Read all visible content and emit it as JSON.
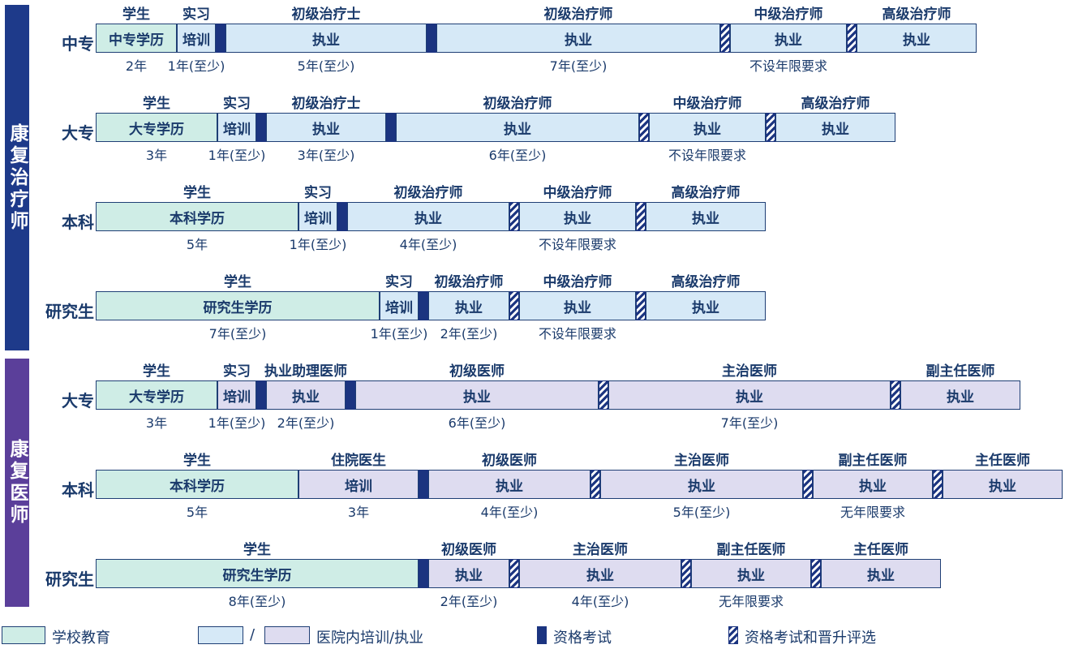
{
  "groups": {
    "therapist": "康复治疗师",
    "physician": "康复医师"
  },
  "rows": [
    {
      "label": "中专",
      "segments": [
        {
          "type": "school",
          "label": "中专学历",
          "top": "学生",
          "dur": "2年"
        },
        {
          "type": "train",
          "label": "培训",
          "top": "实习",
          "dur": "1年(至少)"
        },
        {
          "exam": "solid"
        },
        {
          "type": "train",
          "label": "执业",
          "top": "初级治疗士",
          "dur": "5年(至少)"
        },
        {
          "exam": "solid"
        },
        {
          "type": "train",
          "label": "执业",
          "top": "初级治疗师",
          "dur": "7年(至少)"
        },
        {
          "exam": "hatch"
        },
        {
          "type": "train",
          "label": "执业",
          "top": "中级治疗师",
          "dur": "不设年限要求"
        },
        {
          "exam": "hatch"
        },
        {
          "type": "train",
          "label": "执业",
          "top": "高级治疗师",
          "dur": ""
        }
      ]
    },
    {
      "label": "大专",
      "segments": [
        {
          "type": "school",
          "label": "大专学历",
          "top": "学生",
          "dur": "3年"
        },
        {
          "type": "train",
          "label": "培训",
          "top": "实习",
          "dur": "1年(至少)"
        },
        {
          "exam": "solid"
        },
        {
          "type": "train",
          "label": "执业",
          "top": "初级治疗士",
          "dur": "3年(至少)"
        },
        {
          "exam": "solid"
        },
        {
          "type": "train",
          "label": "执业",
          "top": "初级治疗师",
          "dur": "6年(至少)"
        },
        {
          "exam": "hatch"
        },
        {
          "type": "train",
          "label": "执业",
          "top": "中级治疗师",
          "dur": "不设年限要求"
        },
        {
          "exam": "hatch"
        },
        {
          "type": "train",
          "label": "执业",
          "top": "高级治疗师",
          "dur": ""
        }
      ]
    },
    {
      "label": "本科",
      "segments": [
        {
          "type": "school",
          "label": "本科学历",
          "top": "学生",
          "dur": "5年"
        },
        {
          "type": "train",
          "label": "培训",
          "top": "实习",
          "dur": "1年(至少)"
        },
        {
          "exam": "solid"
        },
        {
          "type": "train",
          "label": "执业",
          "top": "初级治疗师",
          "dur": "4年(至少)"
        },
        {
          "exam": "hatch"
        },
        {
          "type": "train",
          "label": "执业",
          "top": "中级治疗师",
          "dur": "不设年限要求"
        },
        {
          "exam": "hatch"
        },
        {
          "type": "train",
          "label": "执业",
          "top": "高级治疗师",
          "dur": ""
        }
      ]
    },
    {
      "label": "研究生",
      "segments": [
        {
          "type": "school",
          "label": "研究生学历",
          "top": "学生",
          "dur": "7年(至少)"
        },
        {
          "type": "train",
          "label": "培训",
          "top": "实习",
          "dur": "1年(至少)"
        },
        {
          "exam": "solid"
        },
        {
          "type": "train",
          "label": "执业",
          "top": "初级治疗师",
          "dur": "2年(至少)"
        },
        {
          "exam": "hatch"
        },
        {
          "type": "train",
          "label": "执业",
          "top": "中级治疗师",
          "dur": "不设年限要求"
        },
        {
          "exam": "hatch"
        },
        {
          "type": "train",
          "label": "执业",
          "top": "高级治疗师",
          "dur": ""
        }
      ]
    },
    {
      "label": "大专",
      "segments": [
        {
          "type": "school",
          "label": "大专学历",
          "top": "学生",
          "dur": "3年"
        },
        {
          "type": "trainp",
          "label": "培训",
          "top": "实习",
          "dur": "1年(至少)"
        },
        {
          "exam": "solid"
        },
        {
          "type": "trainp",
          "label": "执业",
          "top": "执业助理医师",
          "dur": "2年(至少)"
        },
        {
          "exam": "solid"
        },
        {
          "type": "trainp",
          "label": "执业",
          "top": "初级医师",
          "dur": "6年(至少)"
        },
        {
          "exam": "hatch"
        },
        {
          "type": "trainp",
          "label": "执业",
          "top": "主治医师",
          "dur": "7年(至少)"
        },
        {
          "exam": "hatch"
        },
        {
          "type": "trainp",
          "label": "执业",
          "top": "副主任医师",
          "dur": ""
        }
      ]
    },
    {
      "label": "本科",
      "segments": [
        {
          "type": "school",
          "label": "本科学历",
          "top": "学生",
          "dur": "5年"
        },
        {
          "type": "trainp",
          "label": "培训",
          "top": "住院医生",
          "dur": "3年"
        },
        {
          "exam": "solid"
        },
        {
          "type": "trainp",
          "label": "执业",
          "top": "初级医师",
          "dur": "4年(至少)"
        },
        {
          "exam": "hatch"
        },
        {
          "type": "trainp",
          "label": "执业",
          "top": "主治医师",
          "dur": "5年(至少)"
        },
        {
          "exam": "hatch"
        },
        {
          "type": "trainp",
          "label": "执业",
          "top": "副主任医师",
          "dur": "无年限要求"
        },
        {
          "exam": "hatch"
        },
        {
          "type": "trainp",
          "label": "执业",
          "top": "主任医师",
          "dur": ""
        }
      ]
    },
    {
      "label": "研究生",
      "segments": [
        {
          "type": "school",
          "label": "研究生学历",
          "top": "学生",
          "dur": "8年(至少)"
        },
        {
          "exam": "solid"
        },
        {
          "type": "trainp",
          "label": "执业",
          "top": "初级医师",
          "dur": "2年(至少)"
        },
        {
          "exam": "hatch"
        },
        {
          "type": "trainp",
          "label": "执业",
          "top": "主治医师",
          "dur": "4年(至少)"
        },
        {
          "exam": "hatch"
        },
        {
          "type": "trainp",
          "label": "执业",
          "top": "副主任医师",
          "dur": "无年限要求"
        },
        {
          "exam": "hatch"
        },
        {
          "type": "trainp",
          "label": "执业",
          "top": "主任医师",
          "dur": ""
        }
      ]
    }
  ],
  "legend": {
    "school": "学校教育",
    "slash": "/",
    "training": "医院内培训/执业",
    "exam": "资格考试",
    "exam_promo": "资格考试和晋升评选"
  },
  "colors": {
    "school": "#cfede6",
    "train": "#d6e9f7",
    "trainp": "#dedcf0",
    "exam": "#1b3480",
    "group_therapist": "#1e3a8a",
    "group_physician": "#5b3f9a"
  }
}
